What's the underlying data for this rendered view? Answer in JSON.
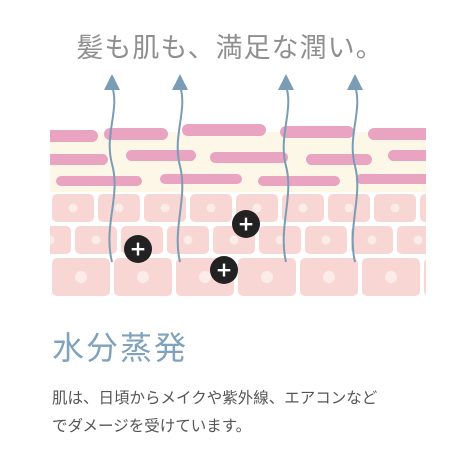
{
  "headline": "髪も肌も、満足な潤い。",
  "section_title": "水分蒸発",
  "description": {
    "line1": "肌は、日頃からメイクや紫外線、エアコンなど",
    "line2": "でダメージを受けています。"
  },
  "damage_marker_symbol": "+",
  "colors": {
    "headline": "#8f8f8f",
    "section_title": "#7fa3bd",
    "body_text": "#555555",
    "arrow": "#7a9cb5",
    "cell_fill": "#f7d6d3",
    "cell_stroke": "#ffffff",
    "nucleus": "#fbecea",
    "lipid_band": "#fdf7e8",
    "lipid_layer": "#e9a4c2",
    "damage_marker": "#222222"
  },
  "icons": [
    "upward-arrow",
    "damage-plus-marker"
  ]
}
